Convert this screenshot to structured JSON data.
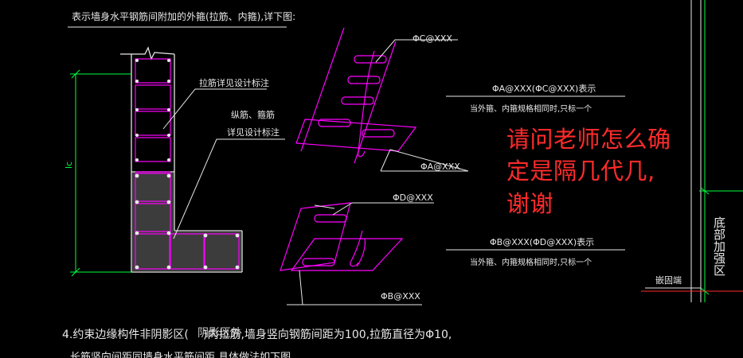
{
  "header_text": "表示墙身水平钢筋间附加的外箍(拉筋、内箍),详下图:",
  "labels": {
    "tie_note": "拉筋详见设计标注",
    "long_bar_note_1": "纵筋、箍筋",
    "long_bar_note_2": "详见设计标注",
    "lc": "lc"
  },
  "rebar_labels": {
    "c": "ΦC@XXX",
    "a": "ΦA@XXX",
    "d": "ΦD@XXX",
    "b": "ΦB@XXX"
  },
  "notes": {
    "upper_title": "ΦA@XXX(ΦC@XXX)表示",
    "upper_desc": "当外箍、内箍规格相同时,只标一个",
    "lower_title": "ΦB@XXX(ΦD@XXX)表示",
    "lower_desc": "当外箍、内箍规格相同时,只标一个"
  },
  "question": {
    "line1": "请问老师怎么确",
    "line2": "定是隔几代几,",
    "line3": "谢谢"
  },
  "right_panel": {
    "vertical_label": "底部加强区",
    "base_label": "嵌固端"
  },
  "bottom": {
    "line1_a": "4.约束边缘构件非阴影区(",
    "line1_overlap": "阴影区外",
    "line1_b": ")内拉筋,墙身竖向钢筋间距为100,拉筋直径为Φ10,",
    "line2": "长筋竖向间距同墙身水平筋间距,具体做法如下图"
  },
  "colors": {
    "magenta": "#ff00ff",
    "green": "#00ff40",
    "white": "#e8e8e8",
    "red": "#ff2b2b"
  }
}
